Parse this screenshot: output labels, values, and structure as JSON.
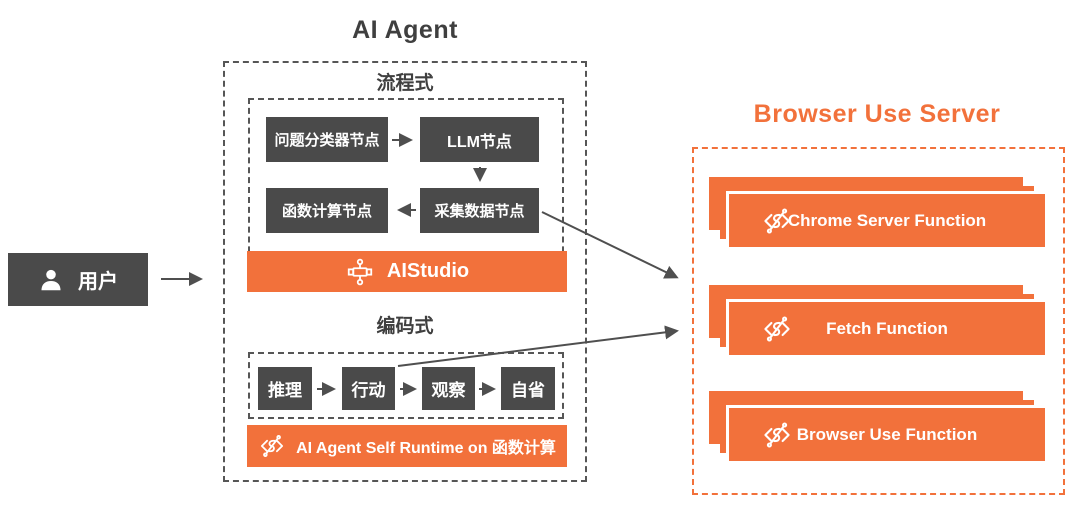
{
  "user": {
    "label": "用户",
    "icon": "person-icon"
  },
  "ai_agent": {
    "title": "AI Agent",
    "flow_section": {
      "label": "流程式",
      "nodes": [
        "问题分类器节点",
        "LLM节点",
        "函数计算节点",
        "采集数据节点"
      ],
      "platform": {
        "label": "AIStudio",
        "icon": "workflow-node-icon"
      }
    },
    "code_section": {
      "label": "编码式",
      "nodes": [
        "推理",
        "行动",
        "观察",
        "自省"
      ],
      "platform": {
        "label": "AI Agent Self Runtime on 函数计算",
        "icon": "function-compute-icon"
      }
    }
  },
  "browser_use_server": {
    "title": "Browser Use Server",
    "functions": [
      {
        "label": "Chrome Server Function",
        "icon": "function-compute-icon"
      },
      {
        "label": "Fetch Function",
        "icon": "function-compute-icon"
      },
      {
        "label": "Browser Use Function",
        "icon": "function-compute-icon"
      }
    ]
  },
  "connections": [
    {
      "from": "用户",
      "to": "AI Agent"
    },
    {
      "from": "问题分类器节点",
      "to": "LLM节点"
    },
    {
      "from": "LLM节点",
      "to": "采集数据节点"
    },
    {
      "from": "采集数据节点",
      "to": "函数计算节点"
    },
    {
      "from": "采集数据节点",
      "to": "Browser Use Server"
    },
    {
      "from": "推理",
      "to": "行动"
    },
    {
      "from": "行动",
      "to": "观察"
    },
    {
      "from": "观察",
      "to": "自省"
    },
    {
      "from": "行动",
      "to": "Browser Use Server"
    }
  ],
  "colors": {
    "orange": "#F2713B",
    "node_gray": "#4A4A4A",
    "arrow_gray": "#4F4F4F",
    "title_gray": "#3F3F3F"
  }
}
